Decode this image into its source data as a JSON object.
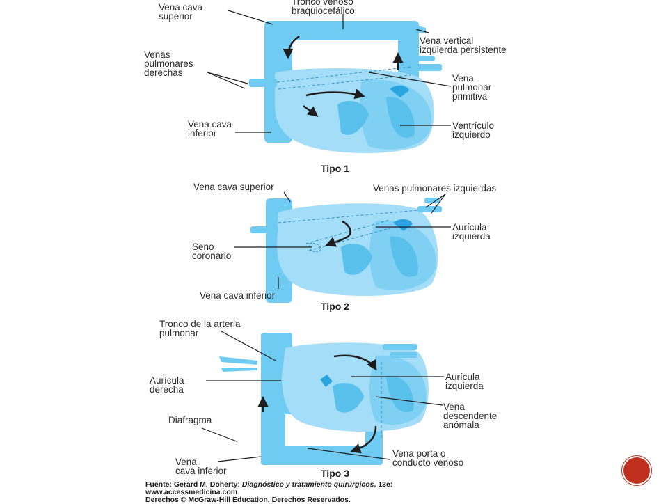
{
  "figure": {
    "tipo1": {
      "title": "Tipo 1",
      "labels": {
        "vena_cava_superior": "Vena cava\nsuperior",
        "tronco_venoso": "Tronco venoso\nbraquiocefálico",
        "vena_vertical": "Vena vertical\nizquierda persistente",
        "venas_pulmonares_derechas": "Venas\npulmonares\nderechas",
        "vena_pulmonar_primitiva": "Vena\npulmonar\nprimitiva",
        "vena_cava_inferior": "Vena cava\ninferior",
        "ventriculo_izquierdo": "Ventrículo\nizquierdo"
      }
    },
    "tipo2": {
      "title": "Tipo 2",
      "labels": {
        "vena_cava_superior": "Vena cava superior",
        "venas_pulmonares_izquierdas": "Venas pulmonares izquierdas",
        "seno_coronario": "Seno\ncoronario",
        "auricula_izquierda": "Aurícula\nizquierda",
        "vena_cava_inferior": "Vena cava inferior"
      }
    },
    "tipo3": {
      "title": "Tipo 3",
      "labels": {
        "tronco_arteria_pulmonar": "Tronco de la arteria\npulmonar",
        "auricula_derecha": "Aurícula\nderecha",
        "auricula_izquierda": "Aurícula\nizquierda",
        "vena_descendente": "Vena\ndescendente\nanómala",
        "diafragma": "Diafragma",
        "vena_porta": "Vena porta o\nconducto venoso",
        "vena_cava_inferior": "Vena\ncava inferior"
      }
    }
  },
  "credit": {
    "prefix": "Fuente: Gerard M. Doherty: ",
    "book": "Diagnóstico y tratamiento quirúrgicos",
    "suffix": ", 13e:",
    "url": "www.accessmedicina.com",
    "rights": "Derechos © McGraw-Hill Education. Derechos Reservados."
  },
  "colors": {
    "light_blue": "#9fdcf7",
    "mid_blue": "#5cc2ee",
    "dark_blue": "#2aa5df",
    "accent": "#c0301e"
  },
  "nav": {
    "icon": "circle-nav-icon"
  }
}
